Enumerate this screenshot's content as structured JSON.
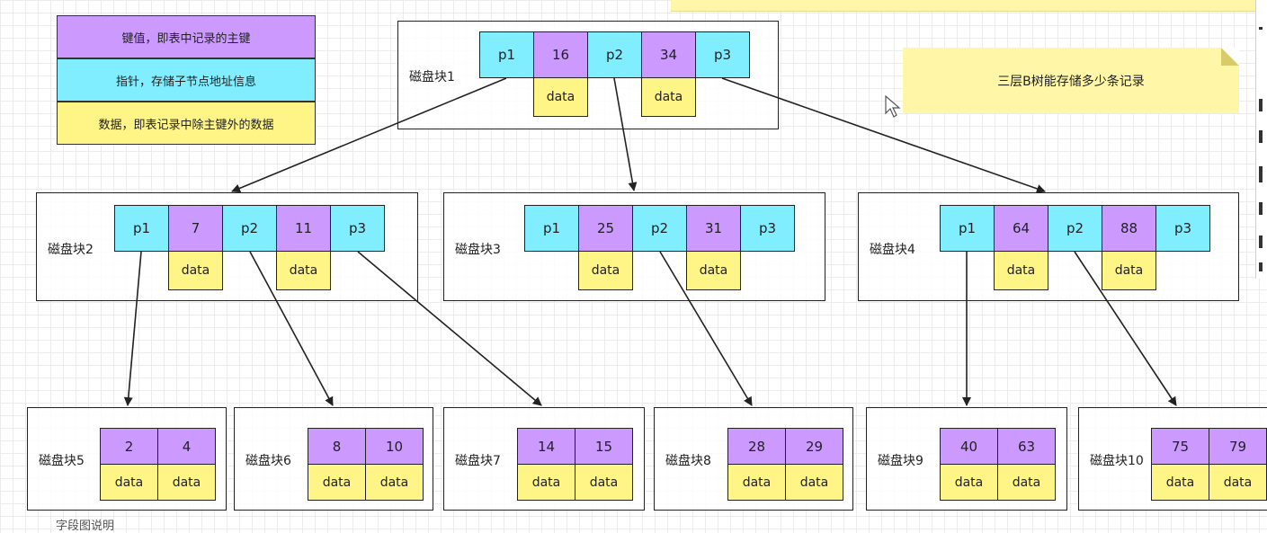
{
  "legend": [
    {
      "label": "键值，即表中记录的主键",
      "color": "#cc99ff"
    },
    {
      "label": "指针，存储子节点地址信息",
      "color": "#80eeff"
    },
    {
      "label": "数据，即表记录中除主键外的数据",
      "color": "#fff486"
    }
  ],
  "note": {
    "text": "三层B树能存储多少条记录",
    "color": "#fff6a8"
  },
  "colors": {
    "key": "#cc99ff",
    "pointer": "#80eeff",
    "data": "#fff486"
  },
  "bottom_text": "字段图说明",
  "blocks": {
    "b1": {
      "label": "磁盘块1",
      "cells": [
        "p1",
        "16",
        "p2",
        "34",
        "p3"
      ],
      "data": [
        "data",
        "data"
      ]
    },
    "b2": {
      "label": "磁盘块2",
      "cells": [
        "p1",
        "7",
        "p2",
        "11",
        "p3"
      ],
      "data": [
        "data",
        "data"
      ]
    },
    "b3": {
      "label": "磁盘块3",
      "cells": [
        "p1",
        "25",
        "p2",
        "31",
        "p3"
      ],
      "data": [
        "data",
        "data"
      ]
    },
    "b4": {
      "label": "磁盘块4",
      "cells": [
        "p1",
        "64",
        "p2",
        "88",
        "p3"
      ],
      "data": [
        "data",
        "data"
      ]
    },
    "b5": {
      "label": "磁盘块5",
      "keys": [
        "2",
        "4"
      ],
      "data": [
        "data",
        "data"
      ]
    },
    "b6": {
      "label": "磁盘块6",
      "keys": [
        "8",
        "10"
      ],
      "data": [
        "data",
        "data"
      ]
    },
    "b7": {
      "label": "磁盘块7",
      "keys": [
        "14",
        "15"
      ],
      "data": [
        "data",
        "data"
      ]
    },
    "b8": {
      "label": "磁盘块8",
      "keys": [
        "28",
        "29"
      ],
      "data": [
        "data",
        "data"
      ]
    },
    "b9": {
      "label": "磁盘块9",
      "keys": [
        "40",
        "63"
      ],
      "data": [
        "data",
        "data"
      ]
    },
    "b10": {
      "label": "磁盘块10",
      "keys": [
        "75",
        "79"
      ],
      "data": [
        "data",
        "data"
      ]
    }
  }
}
